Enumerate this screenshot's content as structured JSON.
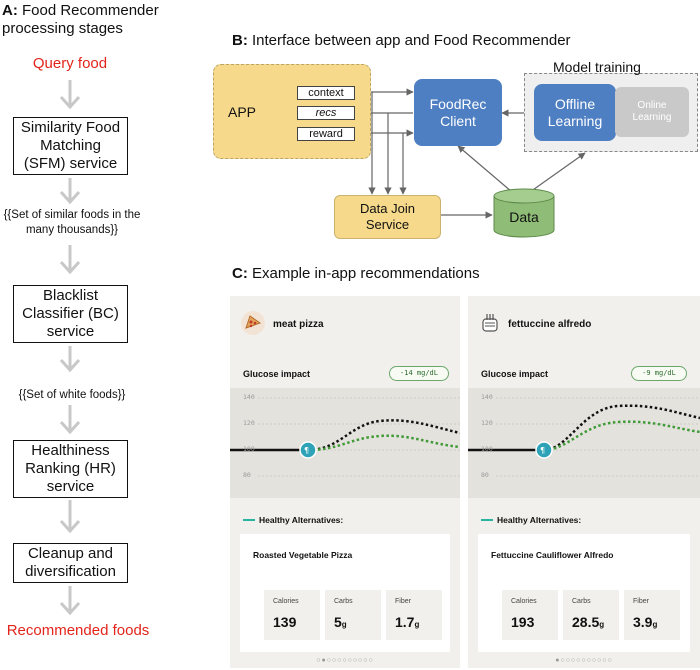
{
  "panel_a": {
    "title_letter": "A:",
    "title_text": " Food Recommender",
    "title_text2": "processing stages",
    "query": "Query food",
    "stages": [
      "Similarity Food Matching (SFM) service",
      "Blacklist Classifier (BC) service",
      "Healthiness Ranking (HR) service",
      "Cleanup and diversification"
    ],
    "set1": "{{Set of similar foods in the many thousands}}",
    "set2": "{{Set of white foods}}",
    "result": "Recommended foods",
    "colors": {
      "red": "#e3241b",
      "arrow": "#c8c8c8"
    }
  },
  "panel_b": {
    "title_letter": "B:",
    "title_text": " Interface between app and Food Recommender",
    "app": "APP",
    "context": "context",
    "recs": "recs",
    "reward": "reward",
    "foodrec": "FoodRec Client",
    "model_training": "Model training",
    "offline": "Offline Learning",
    "online": "Online Learning",
    "data_join": "Data Join Service",
    "data": "Data",
    "colors": {
      "app": "#f6d98a",
      "blue": "#4f7fc3",
      "grey": "#c9c9c9",
      "data": "#8fbd77"
    }
  },
  "panel_c": {
    "title_letter": "C:",
    "title_text": " Example in-app recommendations",
    "alt_heading": "Healthy Alternatives:",
    "glucose_label": "Glucose impact",
    "ticks": [
      "140",
      "120",
      "100",
      "80"
    ],
    "cards": [
      {
        "icon": "pizza-icon",
        "food": "meat pizza",
        "badge": "-14 mg/dL",
        "alternative": "Roasted Vegetable Pizza",
        "nutrients": [
          {
            "label": "Calories",
            "value": "139",
            "unit": ""
          },
          {
            "label": "Carbs",
            "value": "5",
            "unit": "g"
          },
          {
            "label": "Fiber",
            "value": "1.7",
            "unit": "g"
          }
        ],
        "active_dot": 2
      },
      {
        "icon": "fork-plate-icon",
        "food": "fettuccine alfredo",
        "badge": "-9 mg/dL",
        "alternative": "Fettuccine Cauliflower Alfredo",
        "nutrients": [
          {
            "label": "Calories",
            "value": "193",
            "unit": ""
          },
          {
            "label": "Carbs",
            "value": "28.5",
            "unit": "g"
          },
          {
            "label": "Fiber",
            "value": "3.9",
            "unit": "g"
          }
        ],
        "active_dot": 1
      }
    ]
  }
}
